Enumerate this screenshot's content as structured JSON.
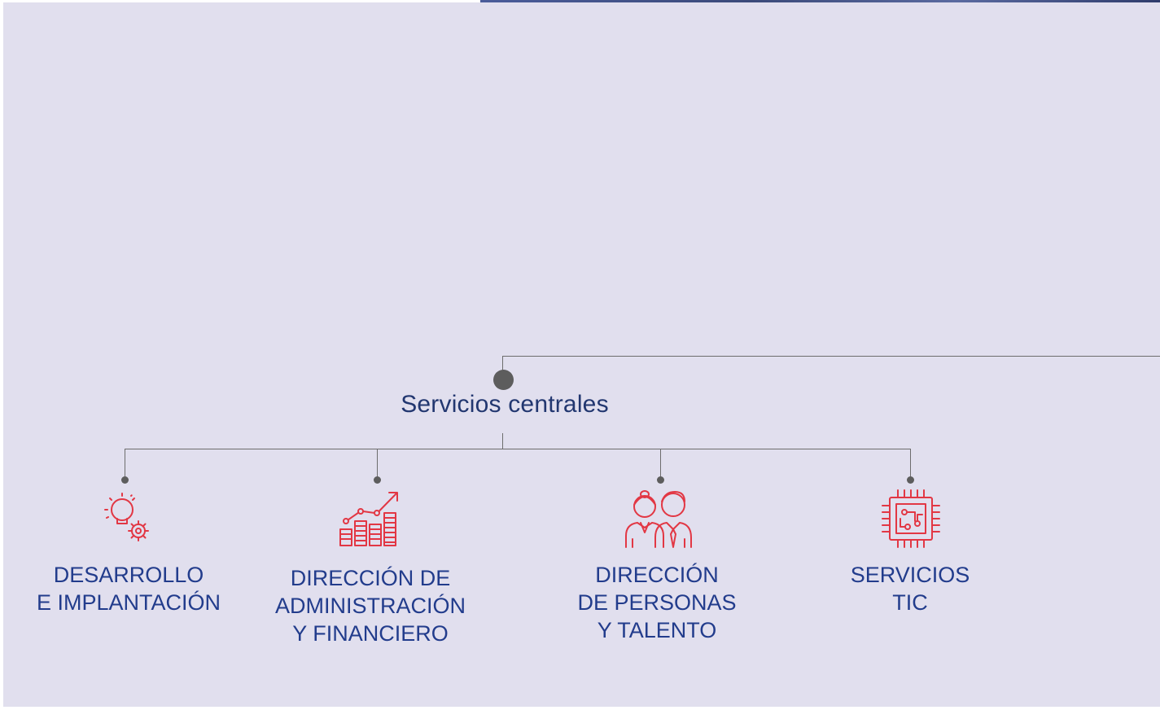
{
  "root": {
    "title": "Servicios centrales"
  },
  "departments": [
    {
      "line1": "DESARROLLO",
      "line2": "E IMPLANTACIÓN",
      "line3": "",
      "icon": "lightbulb-gear-icon"
    },
    {
      "line1": "DIRECCIÓN DE",
      "line2": "ADMINISTRACIÓN",
      "line3": "Y FINANCIERO",
      "icon": "growth-chart-icon"
    },
    {
      "line1": "DIRECCIÓN",
      "line2": "DE PERSONAS",
      "line3": "Y TALENTO",
      "icon": "people-icon"
    },
    {
      "line1": "SERVICIOS",
      "line2": "TIC",
      "line3": "",
      "icon": "chip-icon"
    }
  ],
  "colors": {
    "background": "#e1dfee",
    "text": "#223c8c",
    "icon": "#e23744",
    "connector": "#6d6d6d",
    "node": "#5d5d5d"
  }
}
